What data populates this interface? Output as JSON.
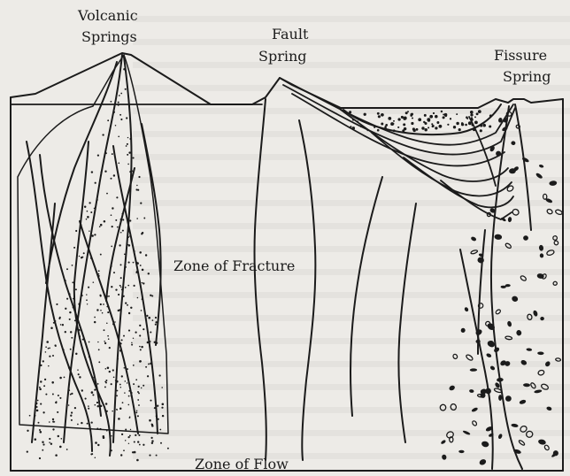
{
  "labels": {
    "volcanic_line1": "Volcanic",
    "volcanic_line2": "Springs",
    "fault_line1": "Fault",
    "fault_line2": "Spring",
    "fissure_line1": "Fissure",
    "fissure_line2": "Spring",
    "zone_fracture": "Zone of Fracture",
    "zone_flow": "Zone of Flow"
  },
  "colors": {
    "ink": "#1b1b1b",
    "paper": "#edebe7"
  }
}
